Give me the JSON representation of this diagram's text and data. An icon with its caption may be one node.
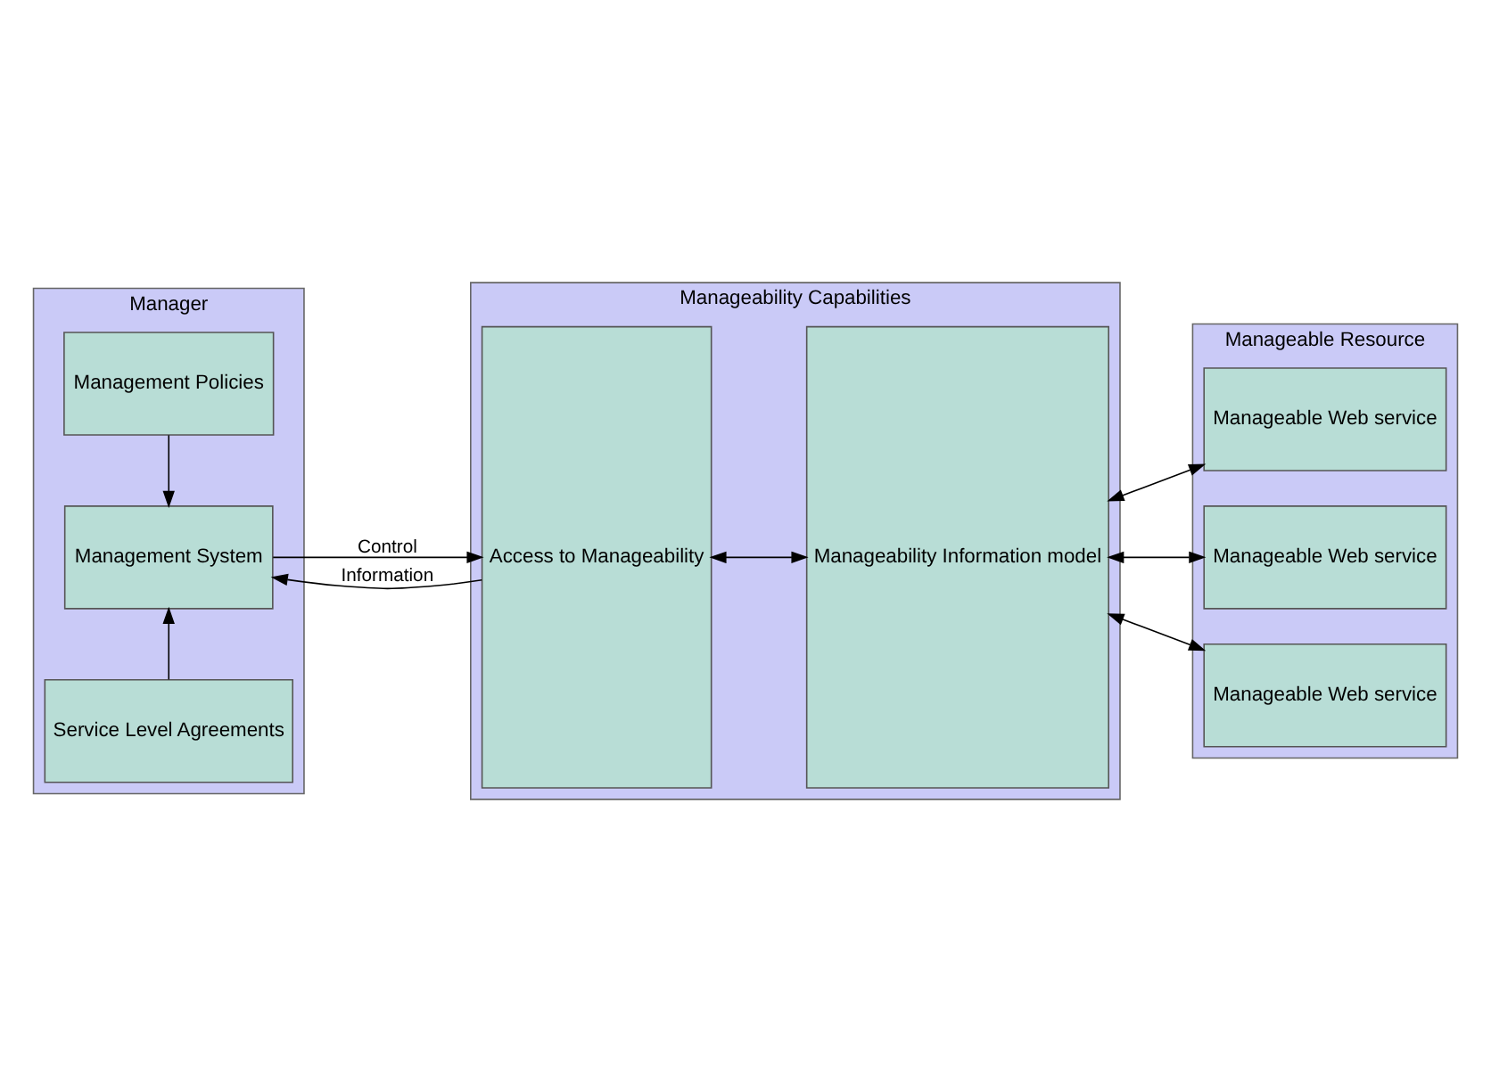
{
  "diagram": {
    "nodes": [
      {
        "text": [
          "Manager"
        ]
      },
      {
        "text": [
          "Management Policies"
        ],
        "in": 0
      },
      {
        "text": [
          "Management System"
        ],
        "in": 0
      },
      {
        "text": [
          "Service Level Agreements"
        ],
        "in": 0
      },
      {
        "text": [
          "Manageability Capabilities"
        ]
      },
      {
        "text": [
          "Access to Manageability"
        ],
        "in": 4
      },
      {
        "text": [
          "Manageability Information model"
        ],
        "in": 4
      },
      {
        "text": [
          "Manageable Resource"
        ]
      },
      {
        "text": [
          "Manageable Web service"
        ],
        "in": 7
      },
      {
        "text": [
          "Manageable Web service"
        ],
        "in": 7
      },
      {
        "text": [
          "Manageable Web service"
        ],
        "in": 7
      }
    ],
    "edges": [
      {
        "from": 1,
        "to": 2,
        "arrow": "to"
      },
      {
        "from": 3,
        "to": 2,
        "arrow": "to"
      },
      {
        "from": 2,
        "to": 5,
        "arrow": "to",
        "label": "Control"
      },
      {
        "from": 5,
        "to": 2,
        "arrow": "to",
        "label": "Information"
      },
      {
        "from": 5,
        "to": 6,
        "arrow": "both"
      },
      {
        "from": 6,
        "to": 8,
        "arrow": "both"
      },
      {
        "from": 6,
        "to": 9,
        "arrow": "both"
      },
      {
        "from": 6,
        "to": 10,
        "arrow": "both"
      }
    ]
  }
}
